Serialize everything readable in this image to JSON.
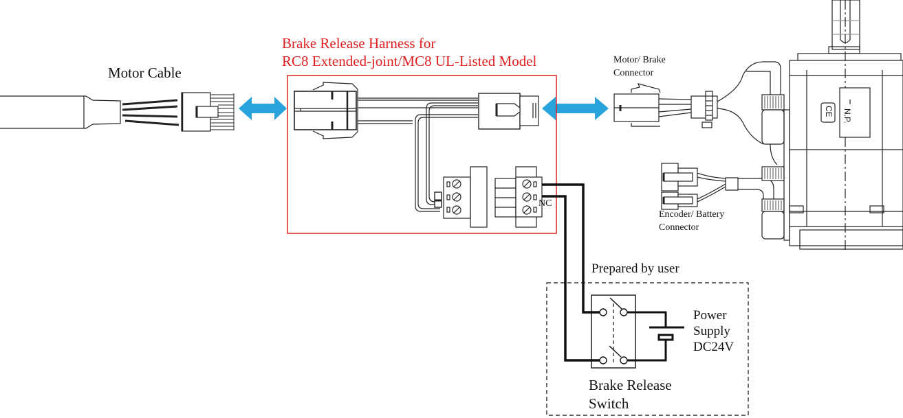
{
  "diagram": {
    "title_line1": "Brake Release Harness for",
    "title_line2": "RC8 Extended-joint/MC8 UL-Listed Model",
    "labels": {
      "motor_cable": "Motor Cable",
      "motor_brake_connector_line1": "Motor/ Brake",
      "motor_brake_connector_line2": "Connector",
      "encoder_battery_connector_line1": "Encoder/ Battery",
      "encoder_battery_connector_line2": "Connector",
      "nc": "NC",
      "prepared_by_user": "Prepared by user",
      "power_supply_line1": "Power",
      "power_supply_line2": "Supply",
      "power_supply_line3": "DC24V",
      "brake_release_switch_line1": "Brake Release",
      "brake_release_switch_line2": "Switch",
      "ce_mark": "CE",
      "nameplate": "N.P."
    },
    "colors": {
      "harness_frame": "#e02020",
      "connection_arrow": "#29a3dc",
      "line": "#111111"
    }
  }
}
